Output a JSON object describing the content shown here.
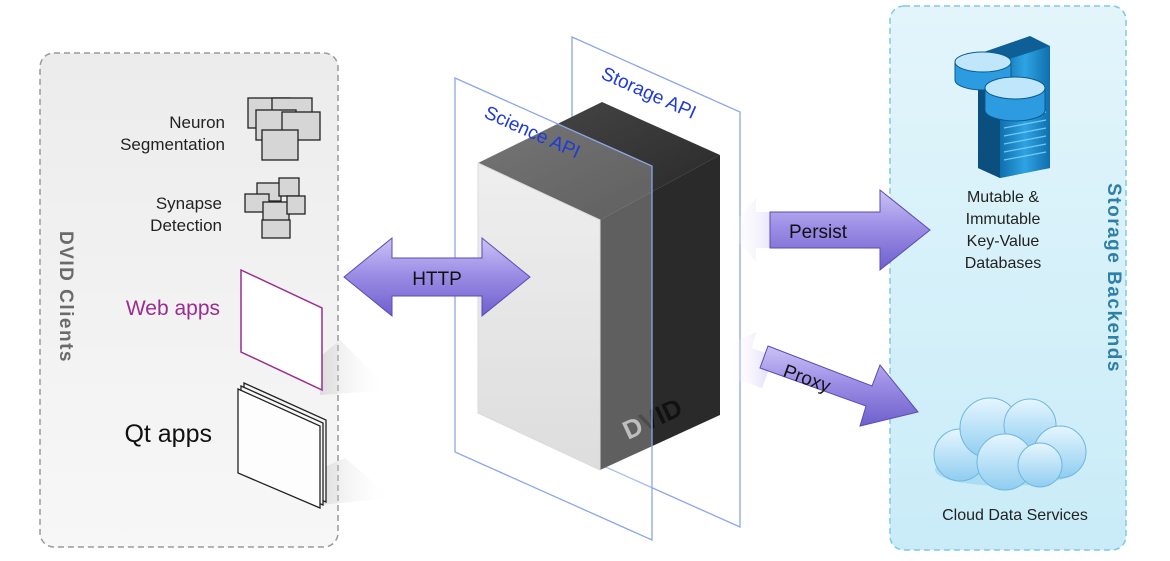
{
  "clients_panel": {
    "title": "DVID Clients",
    "items": [
      {
        "label_line1": "Neuron",
        "label_line2": "Segmentation"
      },
      {
        "label_line1": "Synapse",
        "label_line2": "Detection"
      },
      {
        "label": "Web apps"
      },
      {
        "label": "Qt apps"
      }
    ]
  },
  "center": {
    "server_label_dim": "D",
    "server_label_bold": "VID",
    "science_api_label": "Science API",
    "storage_api_label": "Storage API"
  },
  "arrows": {
    "http": "HTTP",
    "persist": "Persist",
    "proxy": "Proxy"
  },
  "storage_panel": {
    "title": "Storage Backends",
    "db_label_lines": [
      "Mutable &",
      "Immutable",
      "Key-Value",
      "Databases"
    ],
    "cloud_label": "Cloud Data Services"
  },
  "colors": {
    "client_panel_border": "#9a9a9a",
    "storage_panel_border": "#7fc9e6",
    "storage_title": "#2f7fa6",
    "api_text": "#1f3bd6",
    "plane_border": "#8ca6e8",
    "arrow_fill": "#8d7fdc",
    "web_apps": "#9b2d92",
    "db_blue": "#1f8ccf"
  }
}
